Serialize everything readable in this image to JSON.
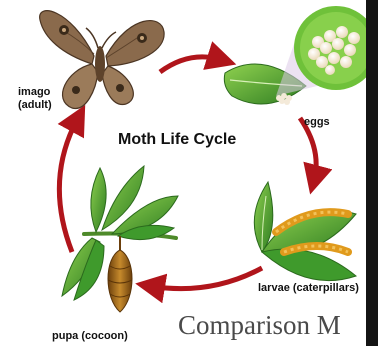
{
  "diagram": {
    "title": "Moth Life Cycle",
    "stages": {
      "imago": {
        "line1": "imago",
        "line2": "(adult)"
      },
      "eggs": "eggs",
      "larvae": "larvae (caterpillars)",
      "pupa": "pupa (cocoon)"
    },
    "icons": [
      "moth-icon",
      "eggs-leaf-icon",
      "caterpillars-leaf-icon",
      "cocoon-branch-icon"
    ],
    "colors": {
      "arrow": "#b0151b",
      "leaf": "#3f9a2c",
      "moth": "#8a6a4c",
      "egg_circle": "#6fc13a",
      "cocoon": "#a86a18"
    }
  },
  "footer": {
    "partial_heading": "Comparison M"
  }
}
